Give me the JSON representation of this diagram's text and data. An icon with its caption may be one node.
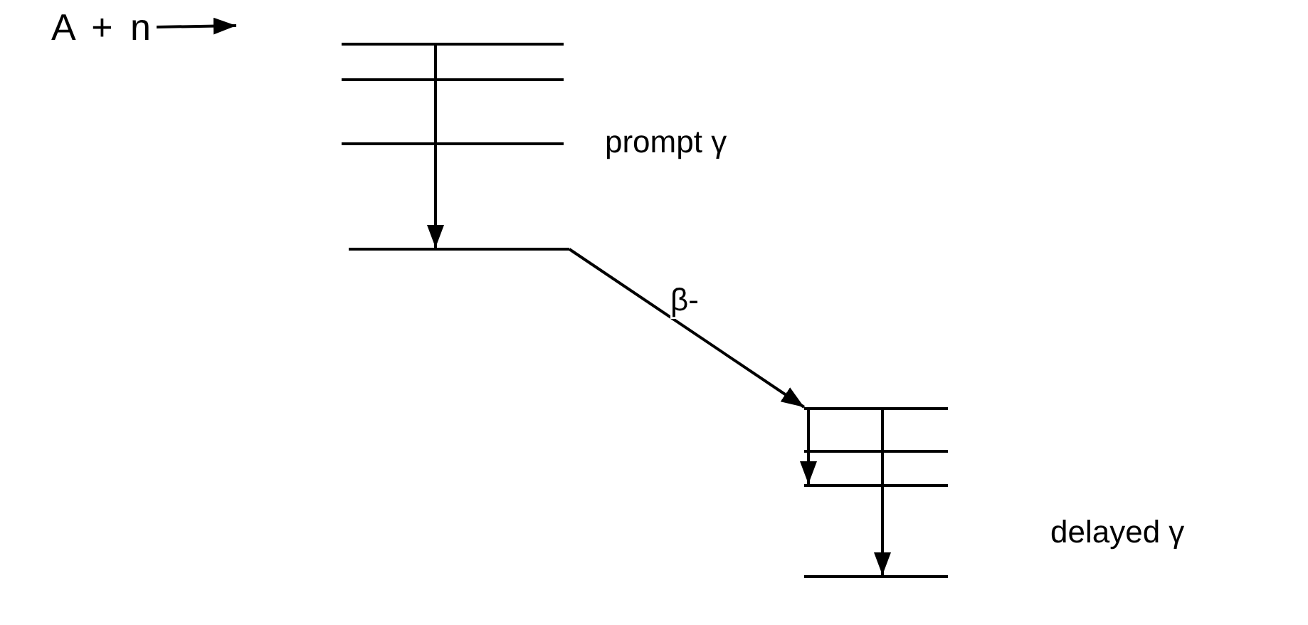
{
  "diagram": {
    "nodes": [
      {
        "text": [
          "A + n"
        ]
      },
      {
        "text": [],
        "shape": "bar"
      },
      {
        "text": [],
        "shape": "bar"
      },
      {
        "text": [],
        "shape": "bar"
      },
      {
        "text": [],
        "shape": "bar"
      },
      {
        "text": [],
        "shape": "bar"
      },
      {
        "text": [],
        "shape": "bar"
      },
      {
        "text": [],
        "shape": "bar"
      },
      {
        "text": [],
        "shape": "bar"
      }
    ],
    "edges": [
      {
        "from": 0,
        "to": null,
        "arrow": "to"
      },
      {
        "from": 1,
        "to": 4,
        "arrow": "to"
      },
      {
        "from": 4,
        "to": 5,
        "arrow": "to",
        "label": "β-"
      },
      {
        "from": 5,
        "to": 7,
        "arrow": "to"
      },
      {
        "from": 5,
        "to": 8,
        "arrow": "to"
      }
    ],
    "labels": [
      "prompt γ",
      "delayed γ"
    ]
  }
}
